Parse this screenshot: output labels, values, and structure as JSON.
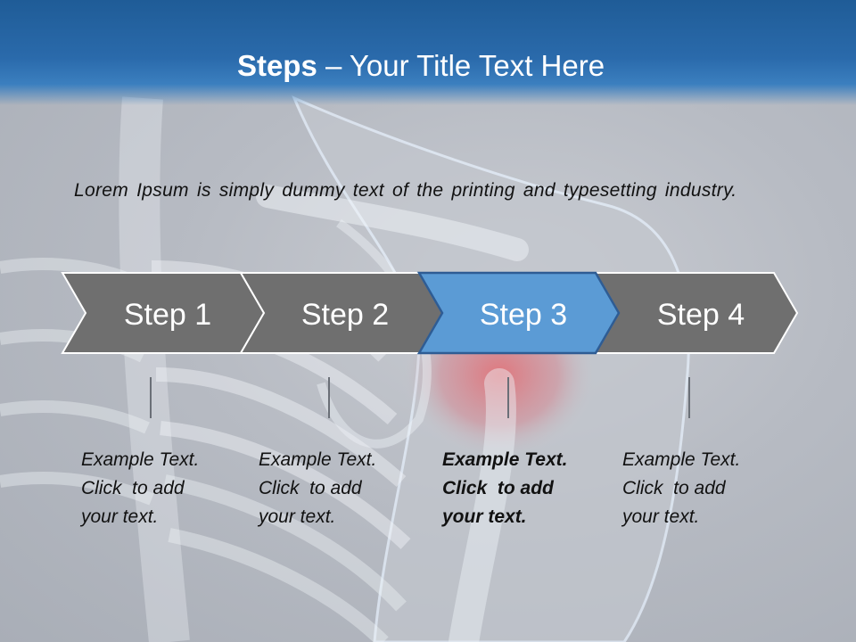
{
  "slide": {
    "title_bold": "Steps",
    "title_rest": " – Your Title Text Here",
    "intro": "Lorem Ipsum is simply dummy text of the printing and typesetting industry."
  },
  "steps": [
    {
      "label": "Step 1",
      "lines": [
        "Example Text.",
        "Click  to add",
        "your text."
      ],
      "active": false
    },
    {
      "label": "Step 2",
      "lines": [
        "Example Text.",
        "Click  to add",
        "your text."
      ],
      "active": false
    },
    {
      "label": "Step 3",
      "lines": [
        "Example Text.",
        "Click  to add",
        "your text."
      ],
      "active": true
    },
    {
      "label": "Step 4",
      "lines": [
        "Example Text.",
        "Click  to add",
        "your text."
      ],
      "active": false
    }
  ],
  "colors": {
    "header_blue": "#2a6aab",
    "step_gray": "#6f6f6f",
    "step_active": "#5b9bd5",
    "step_active_border": "#2e5c94"
  }
}
